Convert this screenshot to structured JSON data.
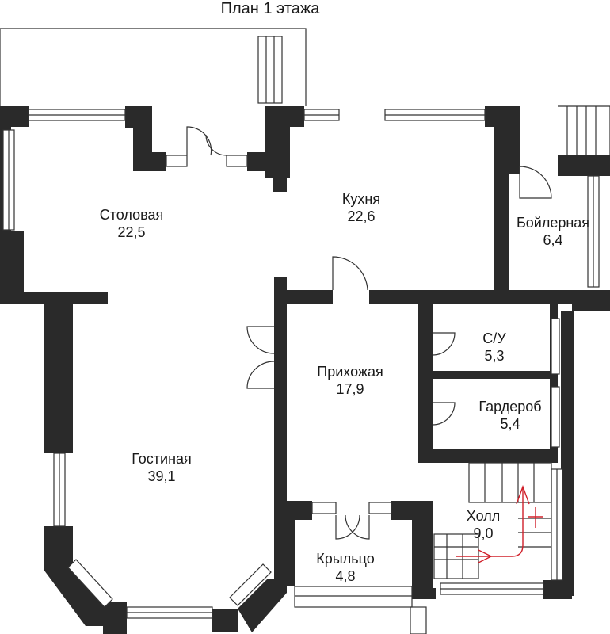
{
  "title": "План 1 этажа",
  "colors": {
    "wall": "#2a2a2a",
    "line": "#333333",
    "arrow": "#d0202a"
  },
  "rooms": {
    "dining": {
      "name": "Столовая",
      "area": "22,5"
    },
    "kitchen": {
      "name": "Кухня",
      "area": "22,6"
    },
    "boiler": {
      "name": "Бойлерная",
      "area": "6,4"
    },
    "bathroom": {
      "name": "С/У",
      "area": "5,3"
    },
    "hallway": {
      "name": "Прихожая",
      "area": "17,9"
    },
    "wardrobe": {
      "name": "Гардероб",
      "area": "5,4"
    },
    "living": {
      "name": "Гостиная",
      "area": "39,1"
    },
    "hall": {
      "name": "Холл",
      "area": "9,0"
    },
    "porch": {
      "name": "Крыльцо",
      "area": "4,8"
    }
  }
}
